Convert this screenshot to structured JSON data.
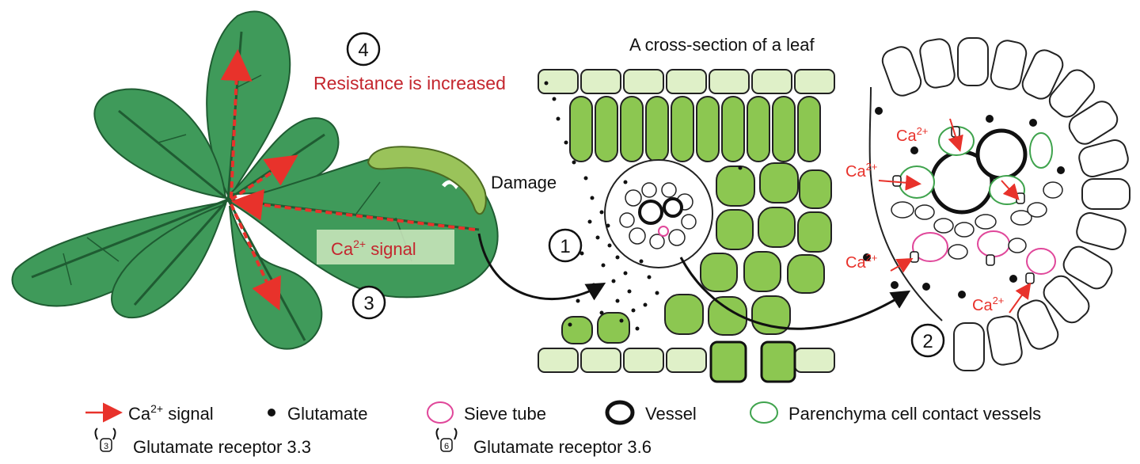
{
  "labels": {
    "cross_section_title": "A cross-section of a leaf",
    "step4_number": "4",
    "step4_text": "Resistance is increased",
    "damage": "Damage",
    "ca_signal_prefix": "Ca",
    "ca_signal_sup": "2+",
    "ca_signal_suffix": " signal",
    "step3_number": "3",
    "step1_number": "1",
    "step2_number": "2",
    "ca_ion": "Ca",
    "ca_ion_sup": "2+"
  },
  "legend": {
    "ca_signal_prefix": "Ca",
    "ca_signal_sup": "2+",
    "ca_signal_suffix": " signal",
    "glutamate": "Glutamate",
    "sieve_tube": "Sieve tube",
    "vessel": "Vessel",
    "parenchyma": "Parenchyma cell contact vessels",
    "receptor_33": "Glutamate receptor 3.3",
    "receptor_33_num": "3",
    "receptor_36": "Glutamate receptor 3.6",
    "receptor_36_num": "6"
  },
  "colors": {
    "leaf_dark": "#2e7d45",
    "leaf_fill": "#3f9a5a",
    "signal_red": "#e8322b",
    "cell_green": "#8cc751",
    "cell_pale": "#dff0c8",
    "sieve_pink": "#e0479a",
    "parenchyma_green": "#3fa34d",
    "text_red": "#c4262e"
  }
}
